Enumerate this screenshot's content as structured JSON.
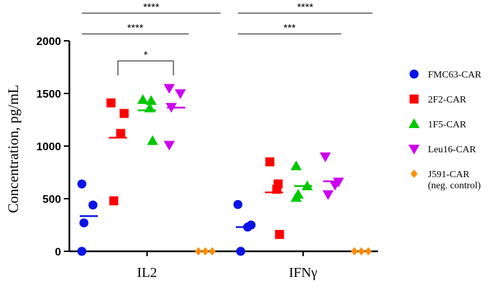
{
  "chart_data": {
    "type": "scatter",
    "ylabel": "Concentration, pg/mL",
    "xlabel": "",
    "ylim": [
      0,
      2000
    ],
    "yticks": [
      "0",
      "500",
      "1000",
      "1500",
      "2000"
    ],
    "categories": [
      "IL2",
      "IFNγ"
    ],
    "legend_position": "right",
    "series": [
      {
        "name": "FMC63-CAR",
        "color": "#0a14e6",
        "marker": "circle",
        "values": [
          [
            640,
            440,
            270,
            0
          ],
          [
            445,
            250,
            230,
            0
          ]
        ],
        "means": [
          335,
          230
        ]
      },
      {
        "name": "2F2-CAR",
        "color": "#ff0000",
        "marker": "square",
        "values": [
          [
            1410,
            1310,
            1120,
            480
          ],
          [
            850,
            640,
            590,
            160
          ]
        ],
        "means": [
          1080,
          560
        ]
      },
      {
        "name": "1F5-CAR",
        "color": "#00c800",
        "marker": "triangle-up",
        "values": [
          [
            1440,
            1430,
            1360,
            1050
          ],
          [
            810,
            620,
            540,
            510
          ]
        ],
        "means": [
          1340,
          620
        ]
      },
      {
        "name": "Leu16-CAR",
        "color": "#cc00ee",
        "marker": "triangle-down",
        "values": [
          [
            1550,
            1500,
            1370,
            1010
          ],
          [
            900,
            660,
            630,
            540
          ]
        ],
        "means": [
          1365,
          665
        ]
      },
      {
        "name": "J591-CAR",
        "name_line2": "(neg. control)",
        "color": "#ff8c00",
        "marker": "diamond",
        "values": [
          [
            0,
            0,
            0
          ],
          [
            0,
            0,
            0
          ]
        ],
        "means": [
          0,
          0
        ]
      }
    ],
    "significance": [
      {
        "label": "****"
      },
      {
        "label": "****"
      },
      {
        "label": "*"
      },
      {
        "label": "****"
      },
      {
        "label": "***"
      }
    ]
  }
}
